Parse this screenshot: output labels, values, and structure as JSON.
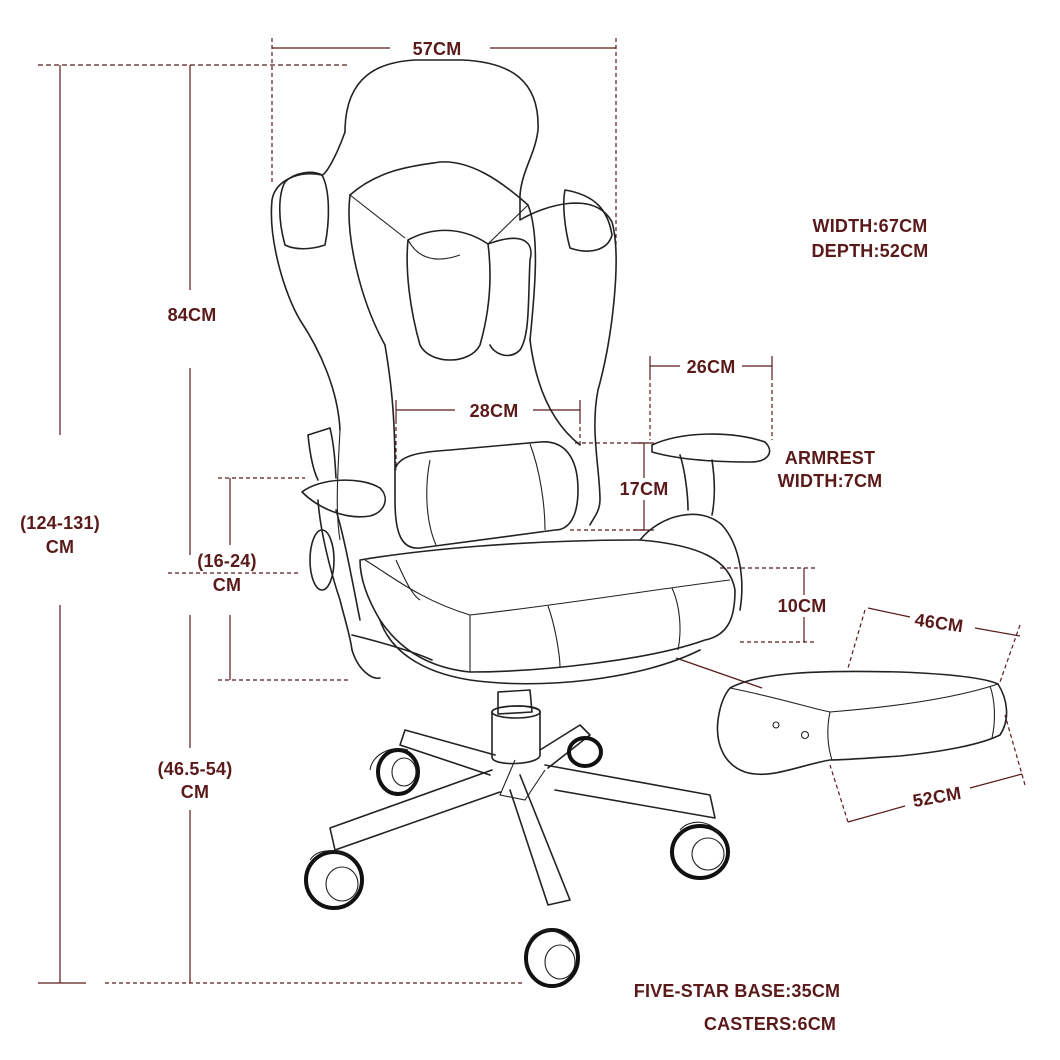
{
  "colors": {
    "label": "#5a1a1a",
    "line": "#222222",
    "dimension_line": "#5a1a1a",
    "background": "#ffffff"
  },
  "labels": {
    "top_width": "57CM",
    "back_height": "84CM",
    "total_height_value": "(124-131)",
    "total_height_unit": "CM",
    "lumbar_width": "28CM",
    "arm_height_value": "(16-24)",
    "arm_height_unit": "CM",
    "seat_height_value": "(46.5-54)",
    "seat_height_unit": "CM",
    "overall_width": "WIDTH:67CM",
    "overall_depth": "DEPTH:52CM",
    "armrest_length": "26CM",
    "armrest_title": "ARMREST",
    "armrest_width": "WIDTH:7CM",
    "armrest_gap": "17CM",
    "seat_thickness": "10CM",
    "seat_width": "46CM",
    "seat_depth": "52CM",
    "base": "FIVE-STAR BASE:35CM",
    "casters": "CASTERS:6CM"
  }
}
